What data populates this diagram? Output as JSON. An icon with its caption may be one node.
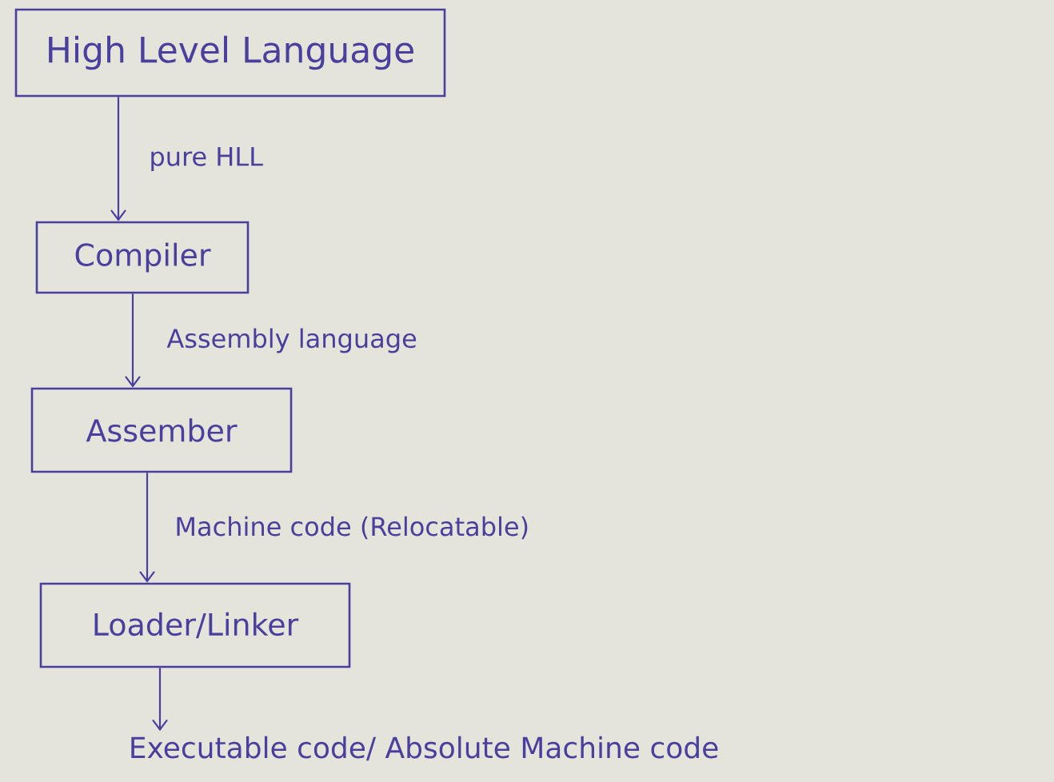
{
  "diagram": {
    "nodes": [
      {
        "text": [
          "High Level Language"
        ]
      },
      {
        "text": [
          "Compiler"
        ]
      },
      {
        "text": [
          "Assember"
        ]
      },
      {
        "text": [
          "Loader/Linker"
        ]
      },
      {
        "text": [
          "Executable code/ Absolute Machine code"
        ]
      }
    ],
    "edges": [
      {
        "from": 0,
        "to": 1,
        "arrow": "to",
        "label": "pure HLL"
      },
      {
        "from": 1,
        "to": 2,
        "arrow": "to",
        "label": "Assembly language"
      },
      {
        "from": 2,
        "to": 3,
        "arrow": "to",
        "label": "Machine code (Relocatable)"
      },
      {
        "from": 3,
        "to": 4,
        "arrow": "to"
      }
    ]
  }
}
